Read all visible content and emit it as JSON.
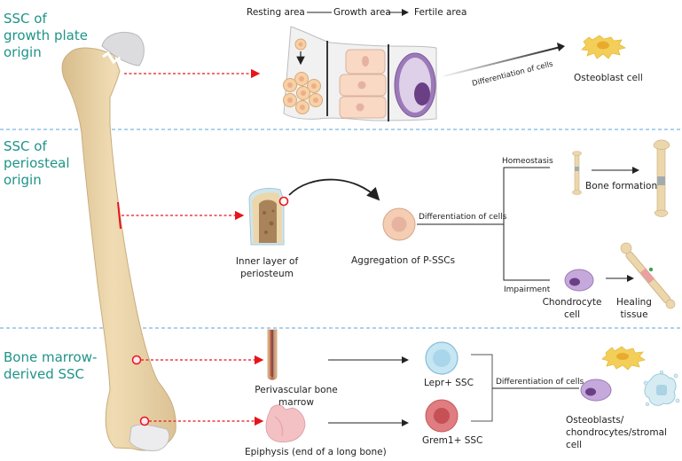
{
  "sections": [
    {
      "title": "SSC of\ngrowth plate\norigin"
    },
    {
      "title": "SSC of\nperiosteal\norigin"
    },
    {
      "title": "Bone marrow-\nderived SSC"
    }
  ],
  "growth_plate": {
    "zones": [
      "Resting area",
      "Growth area",
      "Fertile area"
    ],
    "differentiation_label": "Differentiation of cells",
    "result_label": "Osteoblast cell"
  },
  "periosteal": {
    "source_label": "Inner layer of\nperiosteum",
    "aggregation_label": "Aggregation of P-SSCs",
    "differentiation_label": "Differentiation of cells",
    "homeostasis_label": "Homeostasis",
    "bone_formation_label": "Bone formation",
    "impairment_label": "Impairment",
    "chondrocyte_label": "Chondrocyte\ncell",
    "healing_label": "Healing\ntissue"
  },
  "bone_marrow": {
    "perivascular_label": "Perivascular bone\nmarrow",
    "epiphysis_label": "Epiphysis (end of a long bone)",
    "lepr_label": "Lepr+  SSC",
    "grem_label": "Grem1+  SSC",
    "differentiation_label": "Differentiation of cells",
    "result_label": "Osteoblasts/\nchondrocytes/stromal cell"
  },
  "colors": {
    "section_title": "#1f9488",
    "divider": "#5aa6dc",
    "pointer": "#e8141b",
    "bone": "#e9d3a8",
    "bone_dark": "#cfb585",
    "cartilage": "#dcdcde",
    "osteoblast": "#f3cf5a",
    "chondrocyte": "#b99bd0",
    "lepr": "#bfe4f2",
    "grem": "#d9686c",
    "pssc": "#f4cdb3"
  }
}
